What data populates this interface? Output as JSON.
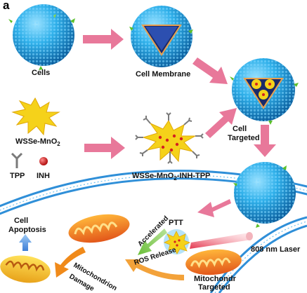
{
  "panel_letter": "a",
  "labels": {
    "cells": "Cells",
    "cell_membrane": "Cell Membrane",
    "wsse_mno2": "WSSe-MnO",
    "wsse_mno2_sub": "2",
    "tpp": "TPP",
    "inh": "INH",
    "nanocomposite_a": "WSSe-MnO",
    "nanocomposite_sub": "2",
    "nanocomposite_b": "-INH-TPP",
    "cell_targeted_1": "Cell",
    "cell_targeted_2": "Targeted",
    "laser": "808 nm Laser",
    "ptt": "PTT",
    "accelerated": "Accelerated",
    "ros_release": "ROS Release",
    "mito_damage_1": "Mitochondrion",
    "mito_damage_2": "Damage",
    "mito_targeted_1": "Mitochondr",
    "mito_targeted_2": "Targeted",
    "apoptosis_1": "Cell",
    "apoptosis_2": "Apoptosis"
  },
  "colors": {
    "sphere_blue": "#2aa8e6",
    "arrow_pink": "#e8789a",
    "star_yellow": "#f5d21a",
    "inh_red": "#d42020",
    "mito_orange": "#f07a1a",
    "membrane_blue": "#2a8fd6",
    "laser_red": "#e0203a"
  }
}
